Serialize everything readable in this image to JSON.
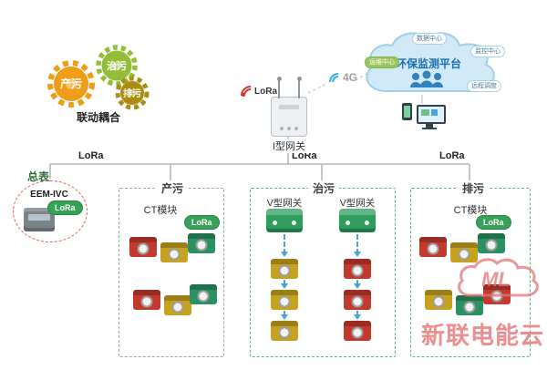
{
  "gears": {
    "gear1": "产污",
    "gear2": "治污",
    "gear3": "排污",
    "caption": "联动耦合"
  },
  "gateway": {
    "label": "I型网关",
    "lora_label": "LoRa",
    "network": "4G"
  },
  "cloud": {
    "title": "环保监测平台",
    "sub_top": "数据中心",
    "sub_left": "运维中心",
    "sub_right": "监控中心",
    "sub_bottom": "远程调度"
  },
  "bus": {
    "lora_left": "LoRa",
    "lora_mid": "LoRa",
    "lora_right": "LoRa"
  },
  "meter": {
    "caption": "总表",
    "model": "EEM-IVC",
    "lora": "LoRa"
  },
  "boxes": {
    "prod": {
      "caption": "产污",
      "module_label": "CT模块",
      "lora": "LoRa"
    },
    "treat": {
      "caption": "治污",
      "gateway_left": "V型网关",
      "gateway_right": "V型网关"
    },
    "drain": {
      "caption": "排污",
      "module_label": "CT模块",
      "lora": "LoRa"
    }
  },
  "watermark": {
    "logo": "ML",
    "text": "新联电能云"
  },
  "colors": {
    "red": "#c4392e",
    "yellow": "#c7a21f",
    "green": "#2a9161",
    "accent_blue": "#4aa3d8"
  }
}
